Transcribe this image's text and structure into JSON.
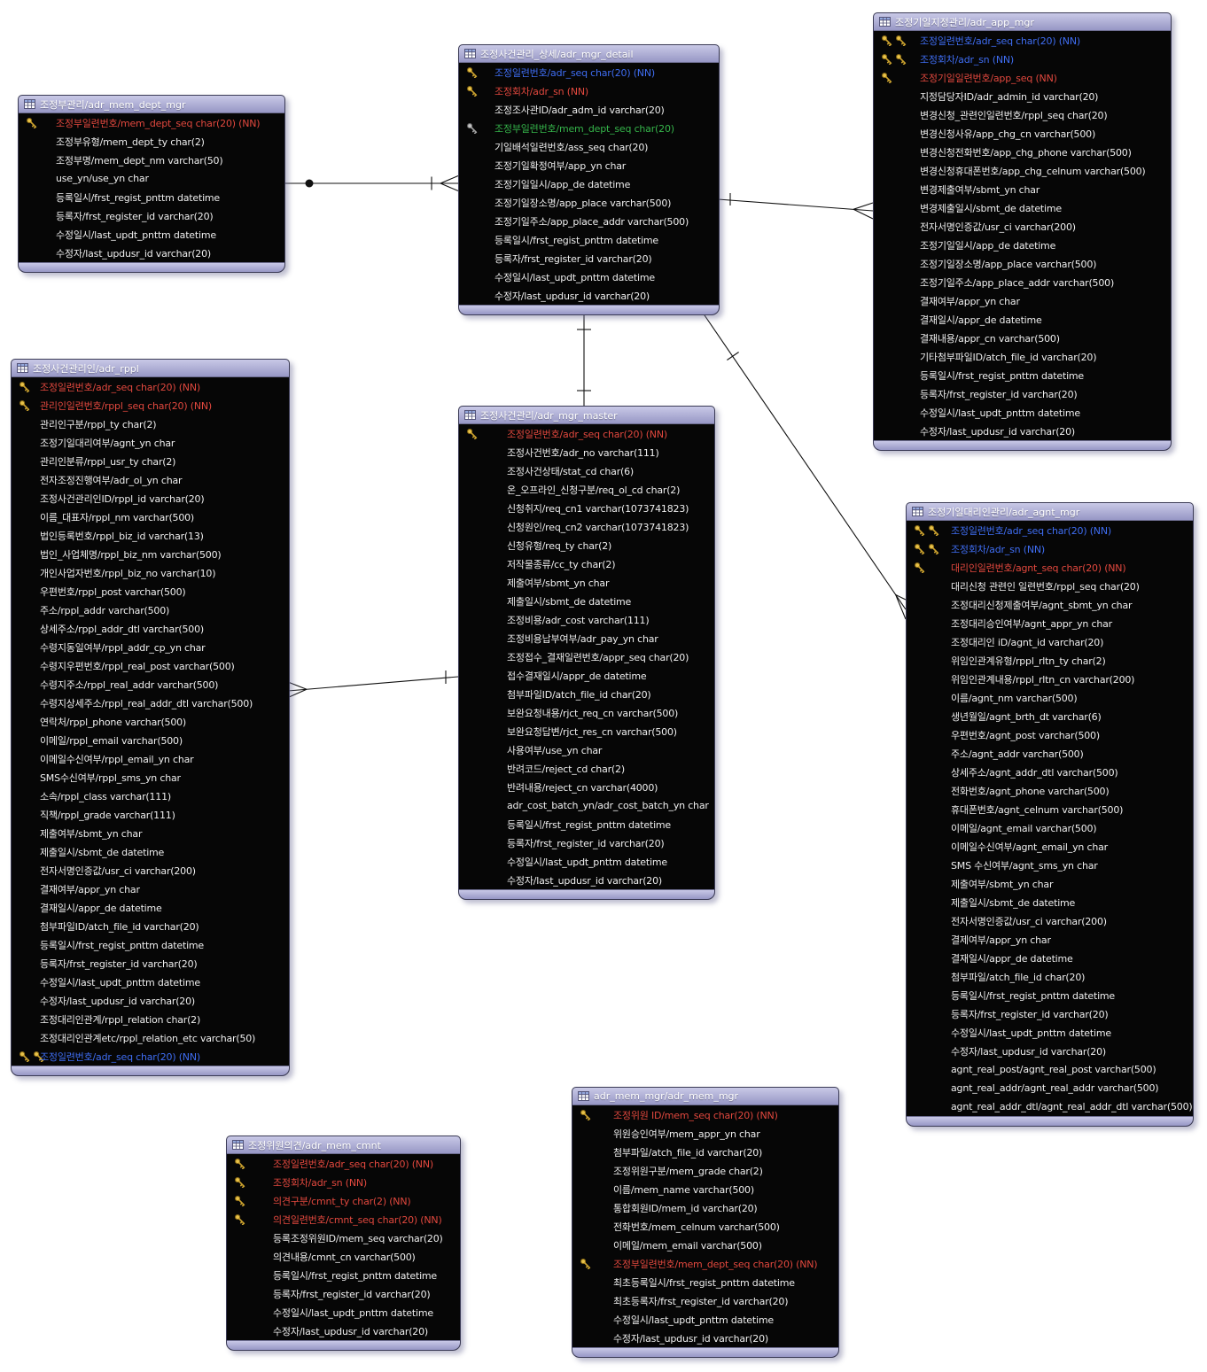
{
  "diagram": {
    "tool": "erd-model-canvas",
    "colors": {
      "entity_header": "#a9a9d4",
      "entity_body": "#060606",
      "pk_text": "#e2483e",
      "fk_text": "#3f6df2",
      "fk_alt_text": "#35b44a",
      "field_text": "#efefef",
      "key_icon_gold": "#e9c34a",
      "key_icon_gray": "#c4c4c4"
    },
    "entities": [
      {
        "id": "adr_mem_dept_mgr",
        "title": "조정부관리/adr_mem_dept_mgr",
        "fields": [
          {
            "t": "조정부일련번호/mem_dept_seq char(20) (NN)",
            "c": "pk",
            "k": [
              "gold"
            ]
          },
          {
            "t": "조정부유형/mem_dept_ty char(2)"
          },
          {
            "t": "조정부명/mem_dept_nm varchar(50)"
          },
          {
            "t": "use_yn/use_yn char"
          },
          {
            "t": "등록일시/frst_regist_pnttm datetime"
          },
          {
            "t": "등록자/frst_register_id varchar(20)"
          },
          {
            "t": "수정일시/last_updt_pnttm datetime"
          },
          {
            "t": "수정자/last_updusr_id varchar(20)"
          }
        ]
      },
      {
        "id": "adr_mgr_detail",
        "title": "조정사건관리_상세/adr_mgr_detail",
        "fields": [
          {
            "t": "조정일련번호/adr_seq char(20) (NN)",
            "c": "fk",
            "k": [
              "gold"
            ]
          },
          {
            "t": "조정회차/adr_sn  (NN)",
            "c": "pk",
            "k": [
              "gold"
            ]
          },
          {
            "t": "조정조사관ID/adr_adm_id varchar(20)"
          },
          {
            "t": "조정부일련번호/mem_dept_seq char(20)",
            "c": "fk2",
            "k": [
              "gray"
            ]
          },
          {
            "t": "기일배석일련번호/ass_seq char(20)"
          },
          {
            "t": "조정기일확정여부/app_yn char"
          },
          {
            "t": "조정기일일시/app_de datetime"
          },
          {
            "t": "조정기일장소명/app_place varchar(500)"
          },
          {
            "t": "조정기일주소/app_place_addr varchar(500)"
          },
          {
            "t": "등록일시/frst_regist_pnttm datetime"
          },
          {
            "t": "등록자/frst_register_id varchar(20)"
          },
          {
            "t": "수정일시/last_updt_pnttm datetime"
          },
          {
            "t": "수정자/last_updusr_id varchar(20)"
          }
        ]
      },
      {
        "id": "adr_app_mgr",
        "title": "조정기일지정관리/adr_app_mgr",
        "fields": [
          {
            "t": "조정일련번호/adr_seq char(20) (NN)",
            "c": "fk",
            "k": [
              "gold",
              "gold"
            ]
          },
          {
            "t": "조정회차/adr_sn  (NN)",
            "c": "fk",
            "k": [
              "gold",
              "gold"
            ]
          },
          {
            "t": "조정기일일련번호/app_seq  (NN)",
            "c": "pk",
            "k": [
              "gold"
            ]
          },
          {
            "t": "지정담당자ID/adr_admin_id varchar(20)"
          },
          {
            "t": "변경신청_관련인일련번호/rppl_seq char(20)"
          },
          {
            "t": "변경신청사유/app_chg_cn varchar(500)"
          },
          {
            "t": "변경신청전화번호/app_chg_phone varchar(500)"
          },
          {
            "t": "변경신청휴대폰번호/app_chg_celnum varchar(500)"
          },
          {
            "t": "변경제출여부/sbmt_yn char"
          },
          {
            "t": "변경제출일시/sbmt_de datetime"
          },
          {
            "t": "전자서명인증값/usr_ci varchar(200)"
          },
          {
            "t": "조정기일일시/app_de datetime"
          },
          {
            "t": "조정기일장소명/app_place varchar(500)"
          },
          {
            "t": "조정기일주소/app_place_addr varchar(500)"
          },
          {
            "t": "결재여부/appr_yn char"
          },
          {
            "t": "결재일시/appr_de datetime"
          },
          {
            "t": "결재내용/appr_cn varchar(500)"
          },
          {
            "t": "기타첨부파일ID/atch_file_id varchar(20)"
          },
          {
            "t": "등록일시/frst_regist_pnttm datetime"
          },
          {
            "t": "등록자/frst_register_id varchar(20)"
          },
          {
            "t": "수정일시/last_updt_pnttm datetime"
          },
          {
            "t": "수정자/last_updusr_id varchar(20)"
          }
        ]
      },
      {
        "id": "adr_rppl",
        "title": "조정사건관리인/adr_rppl",
        "fields": [
          {
            "t": "조정일련번호/adr_seq char(20) (NN)",
            "c": "pk",
            "k": [
              "gold"
            ]
          },
          {
            "t": "관리인일련번호/rppl_seq char(20) (NN)",
            "c": "pk",
            "k": [
              "gold"
            ]
          },
          {
            "t": "관리인구분/rppl_ty char(2)"
          },
          {
            "t": "조정기일대리여부/agnt_yn char"
          },
          {
            "t": "관리인분류/rppl_usr_ty char(2)"
          },
          {
            "t": "전자조정진행여부/adr_ol_yn char"
          },
          {
            "t": "조정사건관리인ID/rppl_id varchar(20)"
          },
          {
            "t": "이름_대표자/rppl_nm varchar(500)"
          },
          {
            "t": "법인등록번호/rppl_biz_id varchar(13)"
          },
          {
            "t": "법인_사업체명/rppl_biz_nm varchar(500)"
          },
          {
            "t": "개인사업자번호/rppl_biz_no varchar(10)"
          },
          {
            "t": "우편번호/rppl_post varchar(500)"
          },
          {
            "t": "주소/rppl_addr varchar(500)"
          },
          {
            "t": "상세주소/rppl_addr_dtl varchar(500)"
          },
          {
            "t": "수령지동일여부/rppl_addr_cp_yn char"
          },
          {
            "t": "수령지우편번호/rppl_real_post varchar(500)"
          },
          {
            "t": "수령지주소/rppl_real_addr varchar(500)"
          },
          {
            "t": "수령지상세주소/rppl_real_addr_dtl varchar(500)"
          },
          {
            "t": "연락처/rppl_phone varchar(500)"
          },
          {
            "t": "이메일/rppl_email varchar(500)"
          },
          {
            "t": "이메일수신여부/rppl_email_yn char"
          },
          {
            "t": "SMS수신여부/rppl_sms_yn char"
          },
          {
            "t": "소속/rppl_class varchar(111)"
          },
          {
            "t": "직책/rppl_grade varchar(111)"
          },
          {
            "t": "제출여부/sbmt_yn char"
          },
          {
            "t": "제출일시/sbmt_de datetime"
          },
          {
            "t": "전자서명인증값/usr_ci varchar(200)"
          },
          {
            "t": "결재여부/appr_yn char"
          },
          {
            "t": "결재일시/appr_de datetime"
          },
          {
            "t": "첨부파일ID/atch_file_id varchar(20)"
          },
          {
            "t": "등록일시/frst_regist_pnttm datetime"
          },
          {
            "t": "등록자/frst_register_id varchar(20)"
          },
          {
            "t": "수정일시/last_updt_pnttm datetime"
          },
          {
            "t": "수정자/last_updusr_id varchar(20)"
          },
          {
            "t": "조정대리인관계/rppl_relation char(2)"
          },
          {
            "t": "조정대리인관계etc/rppl_relation_etc varchar(50)"
          },
          {
            "t": "조정일련번호/adr_seq char(20) (NN)",
            "c": "fk",
            "k": [
              "gold",
              "gold"
            ]
          }
        ]
      },
      {
        "id": "adr_mgr_master",
        "title": "조정사건관리/adr_mgr_master",
        "fields": [
          {
            "t": "조정일련번호/adr_seq char(20) (NN)",
            "c": "pk",
            "k": [
              "gold"
            ]
          },
          {
            "t": "조정사건번호/adr_no varchar(111)"
          },
          {
            "t": "조정사건상태/stat_cd char(6)"
          },
          {
            "t": "온_오프라인_신청구분/req_ol_cd char(2)"
          },
          {
            "t": "신청취지/req_cn1 varchar(1073741823)"
          },
          {
            "t": "신청원인/req_cn2 varchar(1073741823)"
          },
          {
            "t": "신청유형/req_ty char(2)"
          },
          {
            "t": "저작물종류/cc_ty char(2)"
          },
          {
            "t": "제출여부/sbmt_yn char"
          },
          {
            "t": "제출일시/sbmt_de datetime"
          },
          {
            "t": "조정비용/adr_cost varchar(111)"
          },
          {
            "t": "조정비용납부여부/adr_pay_yn char"
          },
          {
            "t": "조정접수_결재일련번호/appr_seq char(20)"
          },
          {
            "t": "접수결재일시/appr_de datetime"
          },
          {
            "t": "첨부파일ID/atch_file_id char(20)"
          },
          {
            "t": "보완요청내용/rjct_req_cn varchar(500)"
          },
          {
            "t": "보완요청답변/rjct_res_cn varchar(500)"
          },
          {
            "t": "사용여부/use_yn char"
          },
          {
            "t": "반려코드/reject_cd char(2)"
          },
          {
            "t": "반려내용/reject_cn varchar(4000)"
          },
          {
            "t": "adr_cost_batch_yn/adr_cost_batch_yn char"
          },
          {
            "t": "등록일시/frst_regist_pnttm datetime"
          },
          {
            "t": "등록자/frst_register_id varchar(20)"
          },
          {
            "t": "수정일시/last_updt_pnttm datetime"
          },
          {
            "t": "수정자/last_updusr_id varchar(20)"
          }
        ]
      },
      {
        "id": "adr_agnt_mgr",
        "title": "조정기일대리인관리/adr_agnt_mgr",
        "fields": [
          {
            "t": "조정일련번호/adr_seq char(20) (NN)",
            "c": "fk",
            "k": [
              "gold",
              "gold"
            ]
          },
          {
            "t": "조정회차/adr_sn  (NN)",
            "c": "fk",
            "k": [
              "gold",
              "gold"
            ]
          },
          {
            "t": "대리인일련번호/agnt_seq char(20) (NN)",
            "c": "pk",
            "k": [
              "gold"
            ]
          },
          {
            "t": "대리신청 관련인 일련번호/rppl_seq char(20)"
          },
          {
            "t": "조정대리신청제출여부/agnt_sbmt_yn char"
          },
          {
            "t": "조정대리승인여부/agnt_appr_yn char"
          },
          {
            "t": "조정대리인 iD/agnt_id varchar(20)"
          },
          {
            "t": "위임인관계유형/rppl_rltn_ty char(2)"
          },
          {
            "t": "위임인관계내용/rppl_rltn_cn varchar(200)"
          },
          {
            "t": "이름/agnt_nm varchar(500)"
          },
          {
            "t": "생년월일/agnt_brth_dt varchar(6)"
          },
          {
            "t": "우편번호/agnt_post varchar(500)"
          },
          {
            "t": "주소/agnt_addr varchar(500)"
          },
          {
            "t": "상세주소/agnt_addr_dtl varchar(500)"
          },
          {
            "t": "전화번호/agnt_phone varchar(500)"
          },
          {
            "t": "휴대폰번호/agnt_celnum varchar(500)"
          },
          {
            "t": "이메일/agnt_email varchar(500)"
          },
          {
            "t": "이메일수신여부/agnt_email_yn char"
          },
          {
            "t": "SMS 수신여부/agnt_sms_yn char"
          },
          {
            "t": "제출여부/sbmt_yn char"
          },
          {
            "t": "제출일시/sbmt_de datetime"
          },
          {
            "t": "전자서명인증값/usr_ci varchar(200)"
          },
          {
            "t": "결제여부/appr_yn char"
          },
          {
            "t": "결재일시/appr_de datetime"
          },
          {
            "t": "첨부파일/atch_file_id char(20)"
          },
          {
            "t": "등록일시/frst_regist_pnttm datetime"
          },
          {
            "t": "등록자/frst_register_id varchar(20)"
          },
          {
            "t": "수정일시/last_updt_pnttm datetime"
          },
          {
            "t": "수정자/last_updusr_id varchar(20)"
          },
          {
            "t": "agnt_real_post/agnt_real_post varchar(500)"
          },
          {
            "t": "agnt_real_addr/agnt_real_addr varchar(500)"
          },
          {
            "t": "agnt_real_addr_dtl/agnt_real_addr_dtl varchar(500)"
          }
        ]
      },
      {
        "id": "adr_mem_cmnt",
        "title": "조정위원의견/adr_mem_cmnt",
        "fields": [
          {
            "t": "조정일련번호/adr_seq char(20) (NN)",
            "c": "pk",
            "k": [
              "gold"
            ]
          },
          {
            "t": "조정회차/adr_sn  (NN)",
            "c": "pk",
            "k": [
              "gold"
            ]
          },
          {
            "t": "의견구분/cmnt_ty char(2) (NN)",
            "c": "pk",
            "k": [
              "gold"
            ]
          },
          {
            "t": "의견일련번호/cmnt_seq char(20) (NN)",
            "c": "pk",
            "k": [
              "gold"
            ]
          },
          {
            "t": "등록조정위원ID/mem_seq varchar(20)"
          },
          {
            "t": "의견내용/cmnt_cn varchar(500)"
          },
          {
            "t": "등록일시/frst_regist_pnttm datetime"
          },
          {
            "t": "등록자/frst_register_id varchar(20)"
          },
          {
            "t": "수정일시/last_updt_pnttm datetime"
          },
          {
            "t": "수정자/last_updusr_id varchar(20)"
          }
        ]
      },
      {
        "id": "adr_mem_mgr",
        "title": "adr_mem_mgr/adr_mem_mgr",
        "fields": [
          {
            "t": "조정위원 ID/mem_seq char(20) (NN)",
            "c": "pk",
            "k": [
              "gold"
            ]
          },
          {
            "t": "위원승인여부/mem_appr_yn char"
          },
          {
            "t": "첨부파일/atch_file_id varchar(20)"
          },
          {
            "t": "조정위원구분/mem_grade char(2)"
          },
          {
            "t": "이름/mem_name varchar(500)"
          },
          {
            "t": "통합회원ID/mem_id varchar(20)"
          },
          {
            "t": "전화번호/mem_celnum varchar(500)"
          },
          {
            "t": "이메일/mem_email varchar(500)"
          },
          {
            "t": "조정부일련번호/mem_dept_seq char(20) (NN)",
            "c": "pk",
            "k": [
              "gold"
            ]
          },
          {
            "t": "최초등록일시/frst_regist_pnttm datetime"
          },
          {
            "t": "최초등록자/frst_register_id varchar(20)"
          },
          {
            "t": "수정일시/last_updt_pnttm datetime"
          },
          {
            "t": "수정자/last_updusr_id varchar(20)"
          }
        ]
      }
    ],
    "relationships": [
      {
        "id": "dept-detail",
        "from": "adr_mem_dept_mgr",
        "to": "adr_mgr_detail",
        "cardinality": "one-to-many"
      },
      {
        "id": "detail-app",
        "from": "adr_mgr_detail",
        "to": "adr_app_mgr",
        "cardinality": "one-to-many"
      },
      {
        "id": "master-detail",
        "from": "adr_mgr_master",
        "to": "adr_mgr_detail",
        "cardinality": "one-to-one"
      },
      {
        "id": "master-rppl",
        "from": "adr_mgr_master",
        "to": "adr_rppl",
        "cardinality": "one-to-many"
      },
      {
        "id": "detail-agnt",
        "from": "adr_mgr_detail",
        "to": "adr_agnt_mgr",
        "cardinality": "one-to-many"
      }
    ]
  }
}
